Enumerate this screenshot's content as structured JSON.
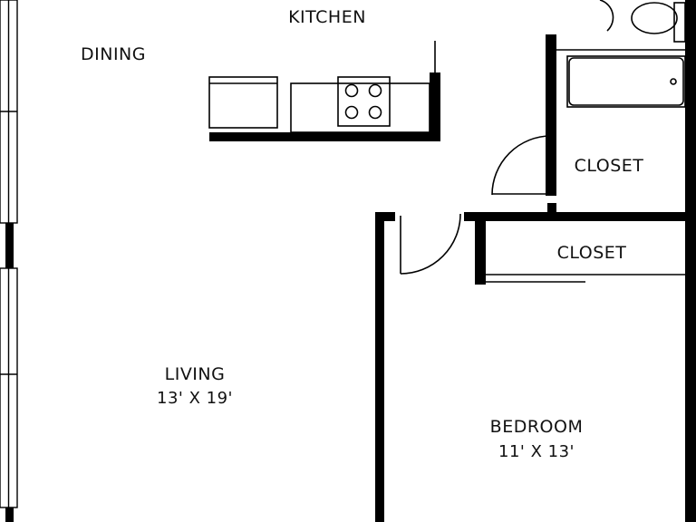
{
  "plan": {
    "rooms": {
      "kitchen": {
        "name": "KITCHEN"
      },
      "dining": {
        "name": "DINING"
      },
      "closet_upper": {
        "name": "CLOSET"
      },
      "closet_lower": {
        "name": "CLOSET"
      },
      "living": {
        "name": "LIVING",
        "size": "13' X 19'"
      },
      "bedroom": {
        "name": "BEDROOM",
        "size": "11' X 13'"
      }
    },
    "colors": {
      "wall": "#000000",
      "fixture": "#111111",
      "background": "#ffffff"
    }
  }
}
